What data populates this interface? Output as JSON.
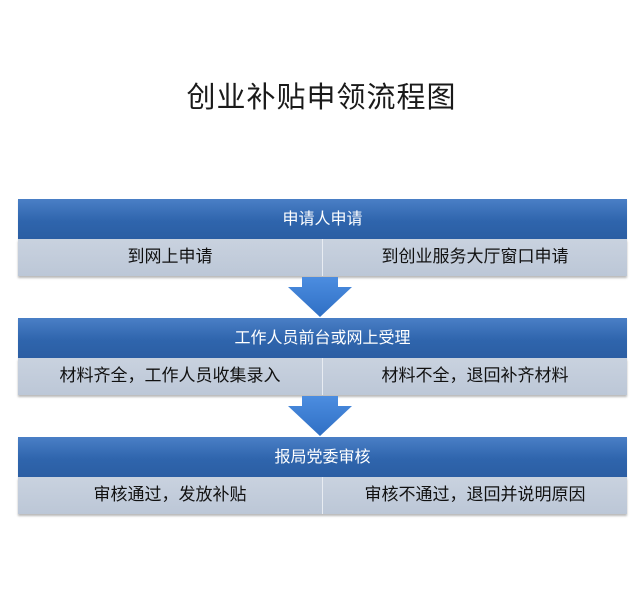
{
  "title": "创业补贴申领流程图",
  "stages": [
    {
      "header": "申请人申请",
      "left": "到网上申请",
      "right": "到创业服务大厅窗口申请"
    },
    {
      "header": "工作人员前台或网上受理",
      "left": "材料齐全，工作人员收集录入",
      "right": "材料不全，退回补齐材料"
    },
    {
      "header": "报局党委审核",
      "left": "审核通过，发放补贴",
      "right": "审核不通过，退回并说明原因"
    }
  ],
  "colors": {
    "header": "#2f65ad",
    "row": "#c3cddb",
    "arrow": "#3d7fd3"
  }
}
